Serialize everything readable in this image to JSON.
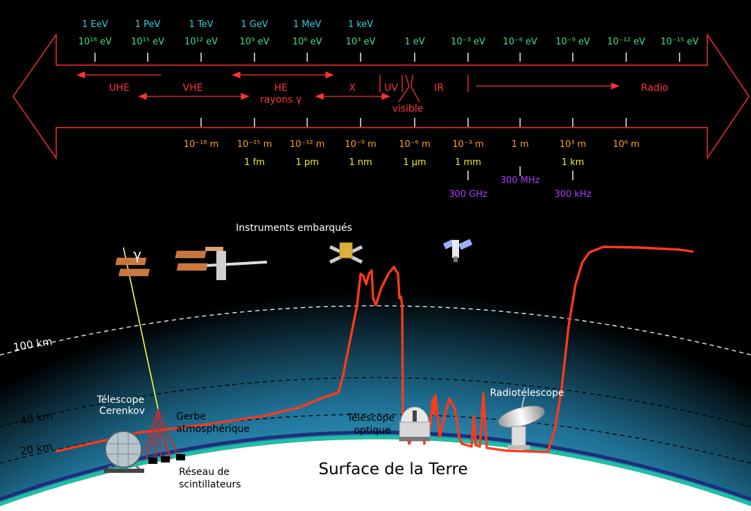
{
  "colors": {
    "energy_unit": "#2fd0e0",
    "energy_exp": "#3ee08a",
    "band": "#ff3333",
    "length": "#ffa020",
    "length_unit": "#f0f020",
    "frequency": "#b03cff",
    "transmission": "#ff3a1a",
    "gamma": "#ffff40",
    "ground": "#1a7a9a"
  },
  "energy_units": [
    "1 EeV",
    "1 PeV",
    "1 TeV",
    "1 GeV",
    "1 MeV",
    "1 keV"
  ],
  "energy_values": [
    "10¹⁸ eV",
    "10¹⁵ eV",
    "10¹² eV",
    "10⁹ eV",
    "10⁶ eV",
    "10³ eV",
    "1 eV",
    "10⁻³ eV",
    "10⁻⁶ eV",
    "10⁻⁹ eV",
    "10⁻¹² eV",
    "10⁻¹⁵ eV"
  ],
  "bands": {
    "uhe": "UHE",
    "vhe": "VHE",
    "he": "HE",
    "rayons_gamma": "rayons γ",
    "x": "X",
    "uv": "UV",
    "ir": "IR",
    "visible": "visible",
    "radio": "Radio"
  },
  "lengths": [
    "10⁻¹⁸ m",
    "10⁻¹⁵ m",
    "10⁻¹² m",
    "10⁻⁹ m",
    "10⁻⁶ m",
    "10⁻³ m",
    "1 m",
    "10³ m",
    "10⁶ m"
  ],
  "length_units": [
    "1 fm",
    "1 pm",
    "1 nm",
    "1 µm",
    "1 mm",
    "1 km"
  ],
  "frequencies": [
    "300 GHz",
    "300 MHz",
    "300 kHz"
  ],
  "labels": {
    "instruments": "Instruments embarqués",
    "gamma": "γ",
    "alt_100": "100 km",
    "alt_40": "40 km",
    "alt_20": "20 km",
    "telescope_cerenkov": "Télescope Cerenkov",
    "gerbe": "Gerbe atmosphérique",
    "reseau": "Réseau de scintillateurs",
    "telescope_optique": "Télescope optique",
    "radiotelescope": "Radiotélescope",
    "surface": "Surface de la Terre"
  }
}
